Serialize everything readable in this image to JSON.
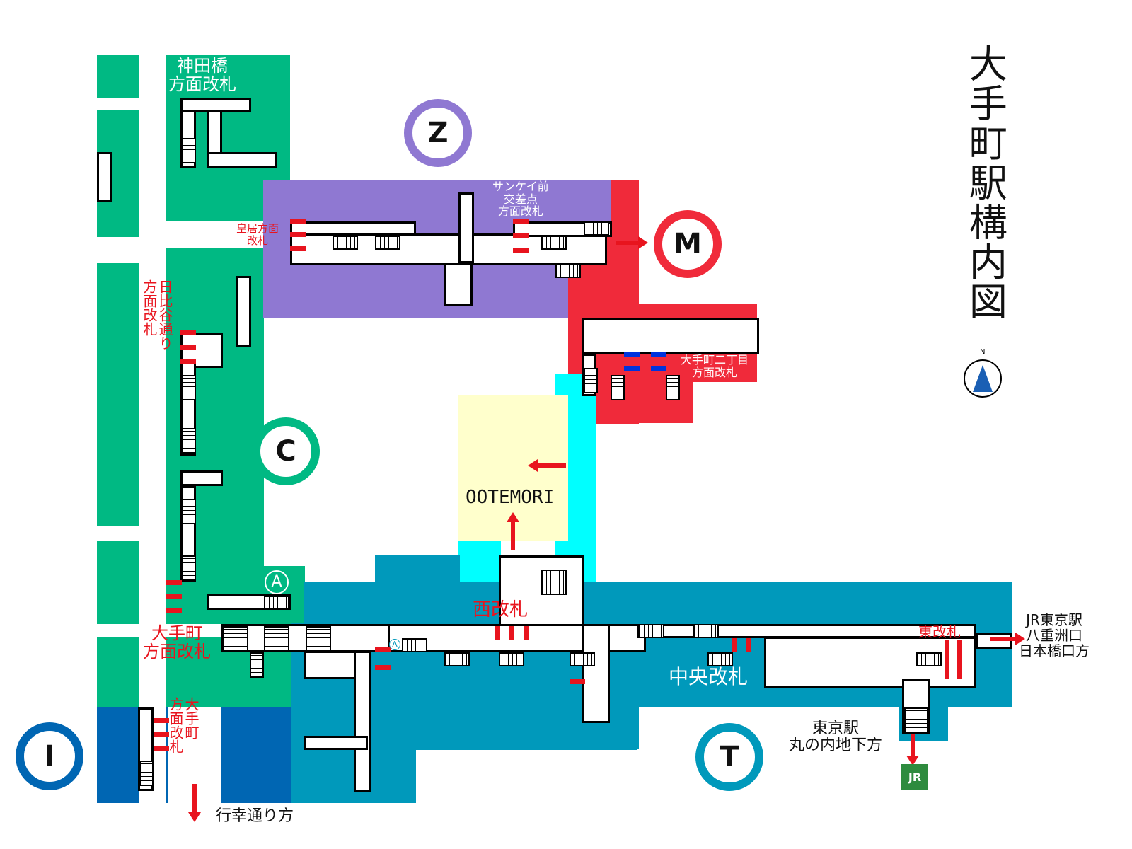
{
  "title": "大手町駅構内図",
  "compass": "N",
  "lines": [
    {
      "letter": "Z",
      "name": "hanzomon",
      "color": "#8f78d2"
    },
    {
      "letter": "M",
      "name": "marunouchi",
      "color": "#f02a3a"
    },
    {
      "letter": "C",
      "name": "chiyoda",
      "color": "#00b983"
    },
    {
      "letter": "I",
      "name": "mita",
      "color": "#0066b3"
    },
    {
      "letter": "T",
      "name": "tozai",
      "color": "#0099bb"
    }
  ],
  "labels": {
    "kandabashi": "神田橋\n方面改札",
    "kokyo": "皇居方面\n改札",
    "sankei": "サンケイ前\n交差点\n方面改札",
    "nichome": "大手町二丁目\n方面改札",
    "hibiya": "日比谷通り\n方面改札",
    "otemachi_gate": "大手町\n方面改札",
    "otemachi_gate_mita": "大手町\n方面改札",
    "nishi": "西改札",
    "chuo": "中央改札",
    "higashi": "東改札",
    "jr_yaesu": "JR東京駅\n八重洲口\n日本橋口方",
    "tokyo_marunouchi": "東京駅\n丸の内地下方",
    "gyoko": "行幸通り方",
    "ootemori": "OOTEMORI",
    "jr": "JR",
    "exit_a": "A"
  },
  "colors": {
    "green": "#00b983",
    "purple": "#8f78d2",
    "red": "#f02a3a",
    "teal": "#0099bb",
    "blue": "#0066b3",
    "cyan": "#00ffff",
    "yellow": "#ffffcc"
  }
}
